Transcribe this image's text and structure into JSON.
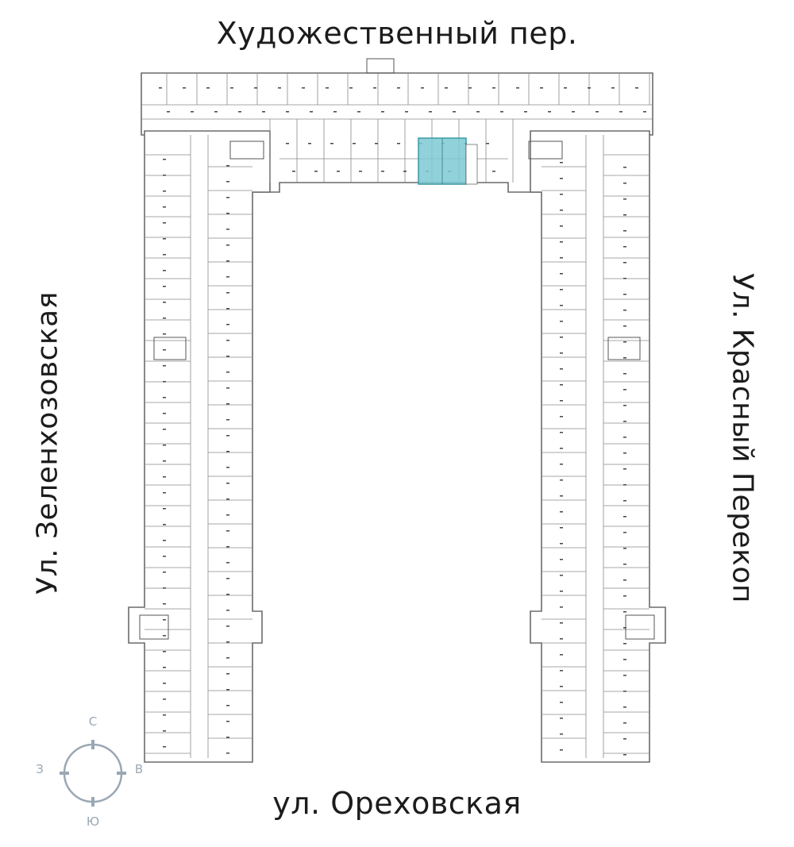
{
  "streets": {
    "north": "Художественный пер.",
    "south": "ул. Ореховская",
    "west": "Ул. Зеленхозовская",
    "east": "Ул. Красный Перекоп"
  },
  "compass": {
    "north": "С",
    "south": "Ю",
    "west": "З",
    "east": "В"
  },
  "colors": {
    "highlight": "#7ec9d2",
    "highlight_stroke": "#3a9aa6",
    "wall": "#6b6b6b",
    "compass": "#9aa7b4"
  },
  "selected_unit": "highlighted-apartment"
}
